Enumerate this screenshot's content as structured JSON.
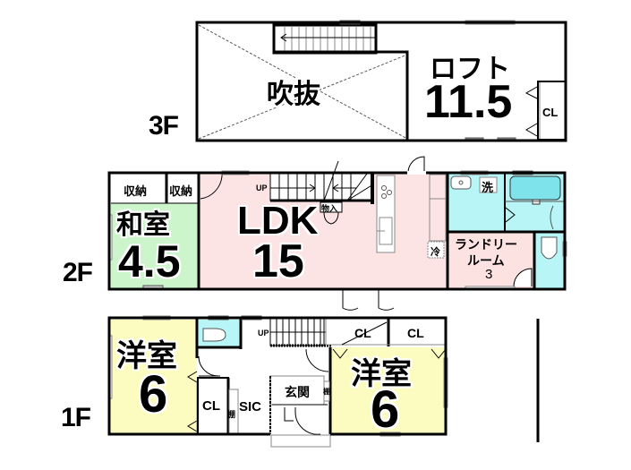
{
  "colors": {
    "wall": "#000000",
    "ldk_fill": "#fce4e4",
    "washitsu_fill": "#ccf5cc",
    "yoshitsu_fill": "#fdfcc0",
    "water_fill": "#b8f5f7",
    "laundry_fill": "#fde2e2",
    "bathtub_fill": "#7fe3ec"
  },
  "floors": {
    "f3": {
      "label": "3F",
      "rooms": {
        "fukinuke": {
          "name": "吹抜"
        },
        "loft": {
          "name": "ロフト",
          "size": "11.5"
        },
        "closet": {
          "label": "CL"
        }
      }
    },
    "f2": {
      "label": "2F",
      "rooms": {
        "storage1": {
          "label": "収納"
        },
        "storage2": {
          "label": "収納"
        },
        "washitsu": {
          "name": "和室",
          "size": "4.5"
        },
        "ldk": {
          "name": "LDK",
          "size": "15"
        },
        "stairs_up": {
          "label": "UP"
        },
        "monoire": {
          "label": "物入"
        },
        "fridge": {
          "label": "冷"
        },
        "washer": {
          "label": "洗"
        },
        "laundry": {
          "name_line1": "ランドリー",
          "name_line2": "ルーム",
          "size": "3"
        }
      }
    },
    "f1": {
      "label": "1F",
      "rooms": {
        "yoshitsu_left": {
          "name": "洋室",
          "size": "6"
        },
        "yoshitsu_right": {
          "name": "洋室",
          "size": "6"
        },
        "stairs_up": {
          "label": "UP"
        },
        "cl_left": {
          "label": "CL"
        },
        "tana_sic": {
          "label": "棚"
        },
        "sic": {
          "label": "SIC"
        },
        "genkan": {
          "label": "玄関"
        },
        "tana_genkan": {
          "label": "棚"
        },
        "cl_right1": {
          "label": "CL"
        },
        "cl_right2": {
          "label": "CL"
        }
      }
    }
  }
}
